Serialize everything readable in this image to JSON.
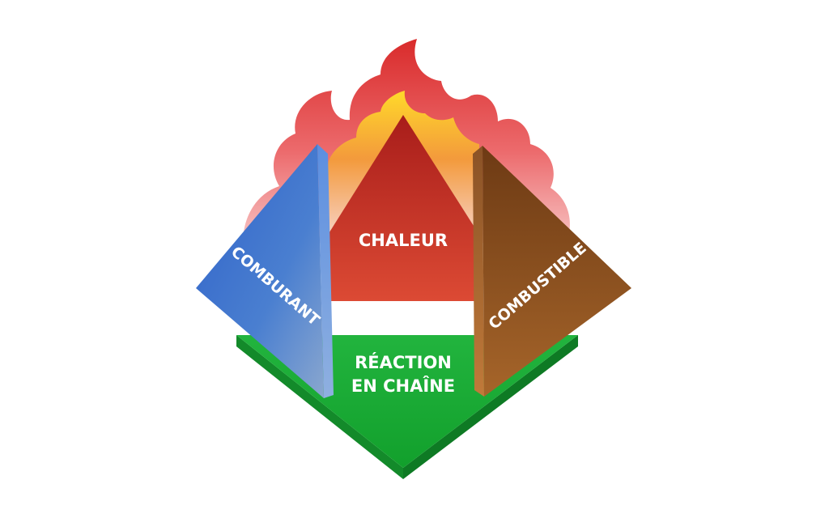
{
  "labels": {
    "chaleur": "CHALEUR",
    "comburant": "COMBURANT",
    "combustible": "COMBUSTIBLE",
    "reaction_line1": "RÉACTION",
    "reaction_line2": "EN CHAÎNE"
  },
  "colors": {
    "background": "#ffffff",
    "flame_outer": "#e8474a",
    "flame_inner": "#f6b34a",
    "flame_core": "#ffd92a",
    "chaleur": "#c22d22",
    "comburant": "#3a72cc",
    "combustible": "#8a4d1c",
    "reaction": "#1ea83a"
  }
}
